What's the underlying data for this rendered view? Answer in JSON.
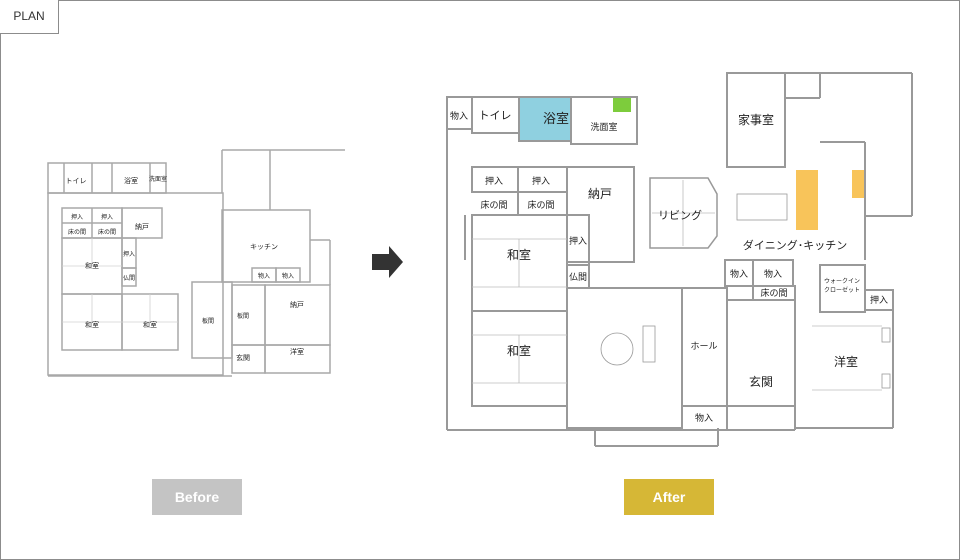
{
  "header": {
    "tag": "PLAN"
  },
  "before": {
    "caption": "Before",
    "rooms": {
      "toilet": "トイレ",
      "bath": "浴室",
      "wash": "洗面室",
      "oshi1": "押入",
      "oshi2": "押入",
      "toko1": "床の間",
      "toko2": "床の間",
      "nando": "納戸",
      "oshi3": "押入",
      "washitsu1": "和室",
      "butsuma": "仏間",
      "washitsu2": "和室",
      "washitsu3": "和室",
      "itama1": "板間",
      "kitchen": "キッチン",
      "mono1": "物入",
      "mono2": "物入",
      "itama2": "板間",
      "nando2": "納戸",
      "genkan": "玄関",
      "youshitsu": "洋室"
    }
  },
  "after": {
    "caption": "After",
    "rooms": {
      "mono1": "物入",
      "toilet": "トイレ",
      "bath": "浴室",
      "wash": "洗面室",
      "kaji": "家事室",
      "oshi1": "押入",
      "oshi2": "押入",
      "nando": "納戸",
      "toko1": "床の間",
      "toko2": "床の間",
      "living": "リビング",
      "oshi3": "押入",
      "dk": "ダイニング･キッチン",
      "washitsu1": "和室",
      "butsuma": "仏間",
      "mono2": "物入",
      "mono3": "物入",
      "wic1": "ウォークイン",
      "wic2": "クローゼット",
      "toko3": "床の間",
      "oshi4": "押入",
      "hall": "ホール",
      "washitsu2": "和室",
      "genkan": "玄関",
      "youshitsu": "洋室",
      "mono4": "物入"
    }
  },
  "colors": {
    "bath": "#8fd0e0",
    "stove": "#f8c45a",
    "washer": "#7dcc3c",
    "before_btn": "#c4c4c4",
    "after_btn": "#d6b736",
    "arrow": "#333333"
  }
}
